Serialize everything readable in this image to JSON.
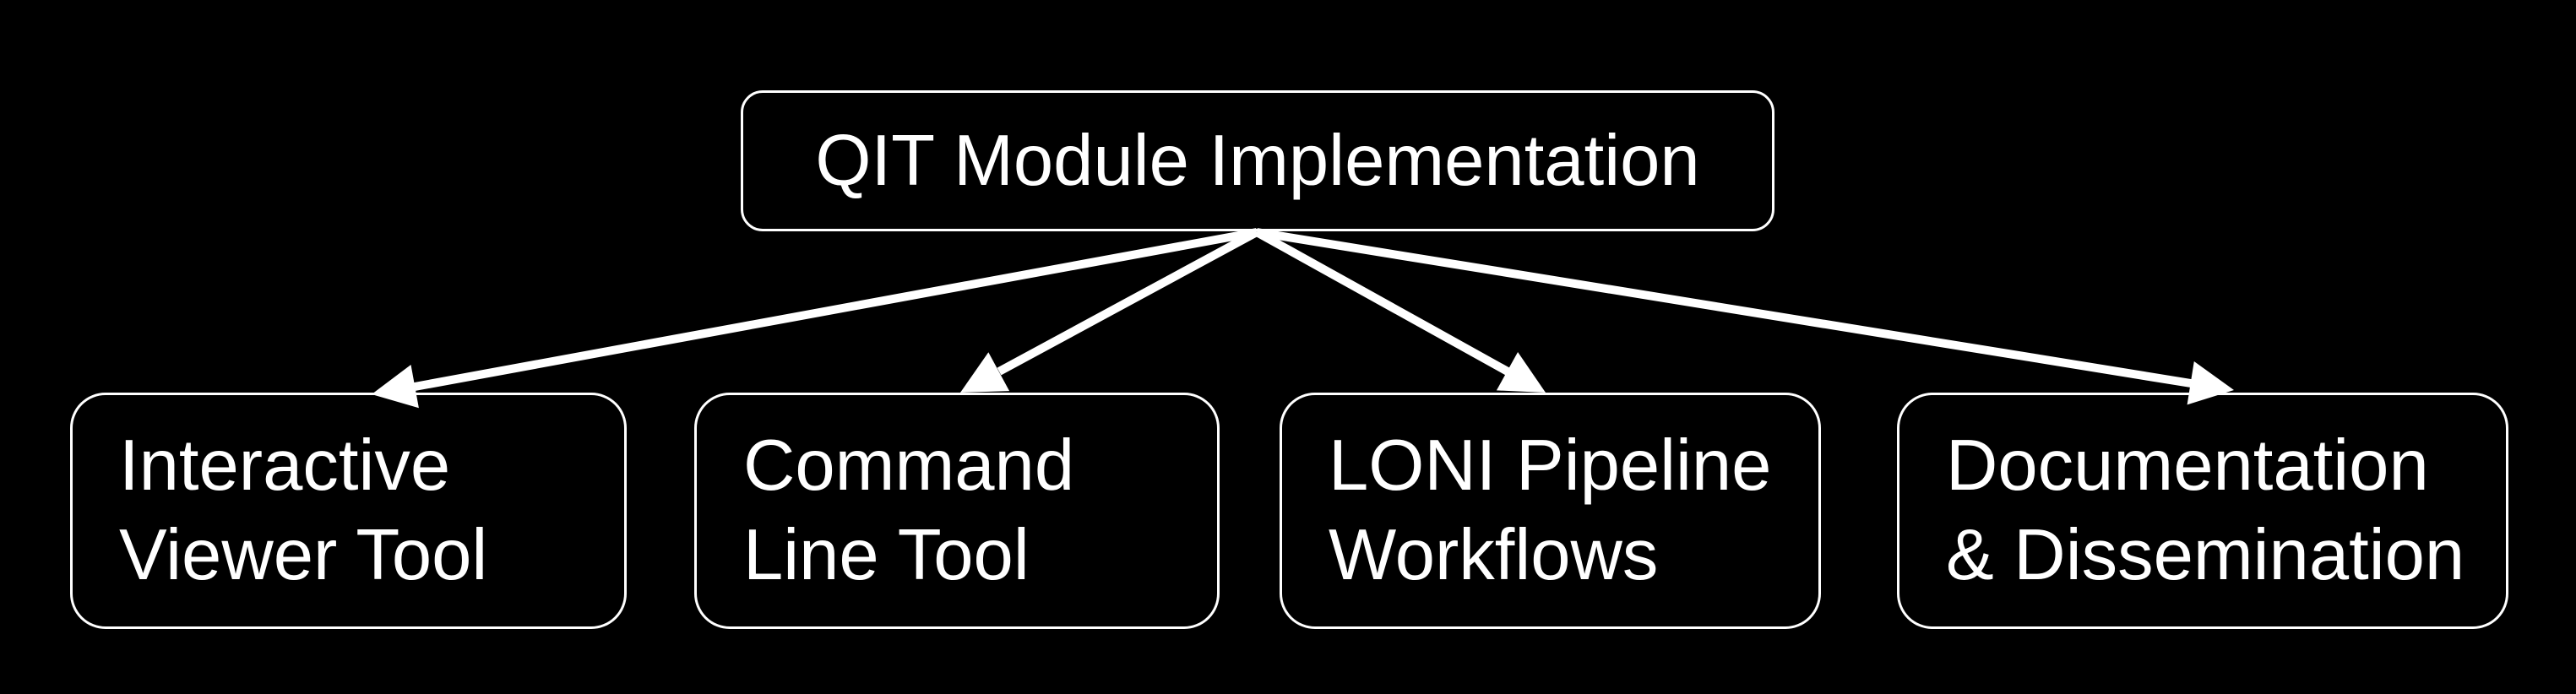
{
  "diagram": {
    "background_color": "#000000",
    "stroke_color": "#ffffff",
    "text_color": "#ffffff",
    "root": {
      "id": "qit-module-implementation",
      "label": "QIT Module Implementation"
    },
    "children": [
      {
        "id": "interactive-viewer-tool",
        "line1": "Interactive",
        "line2": "Viewer Tool"
      },
      {
        "id": "command-line-tool",
        "line1": "Command",
        "line2": "Line Tool"
      },
      {
        "id": "loni-pipeline-workflows",
        "line1": "LONI Pipeline",
        "line2": "Workflows"
      },
      {
        "id": "documentation-dissemination",
        "line1": "Documentation",
        "line2": "& Dissemination"
      }
    ],
    "edges": [
      {
        "from": "qit-module-implementation",
        "to": "interactive-viewer-tool"
      },
      {
        "from": "qit-module-implementation",
        "to": "command-line-tool"
      },
      {
        "from": "qit-module-implementation",
        "to": "loni-pipeline-workflows"
      },
      {
        "from": "qit-module-implementation",
        "to": "documentation-dissemination"
      }
    ]
  }
}
